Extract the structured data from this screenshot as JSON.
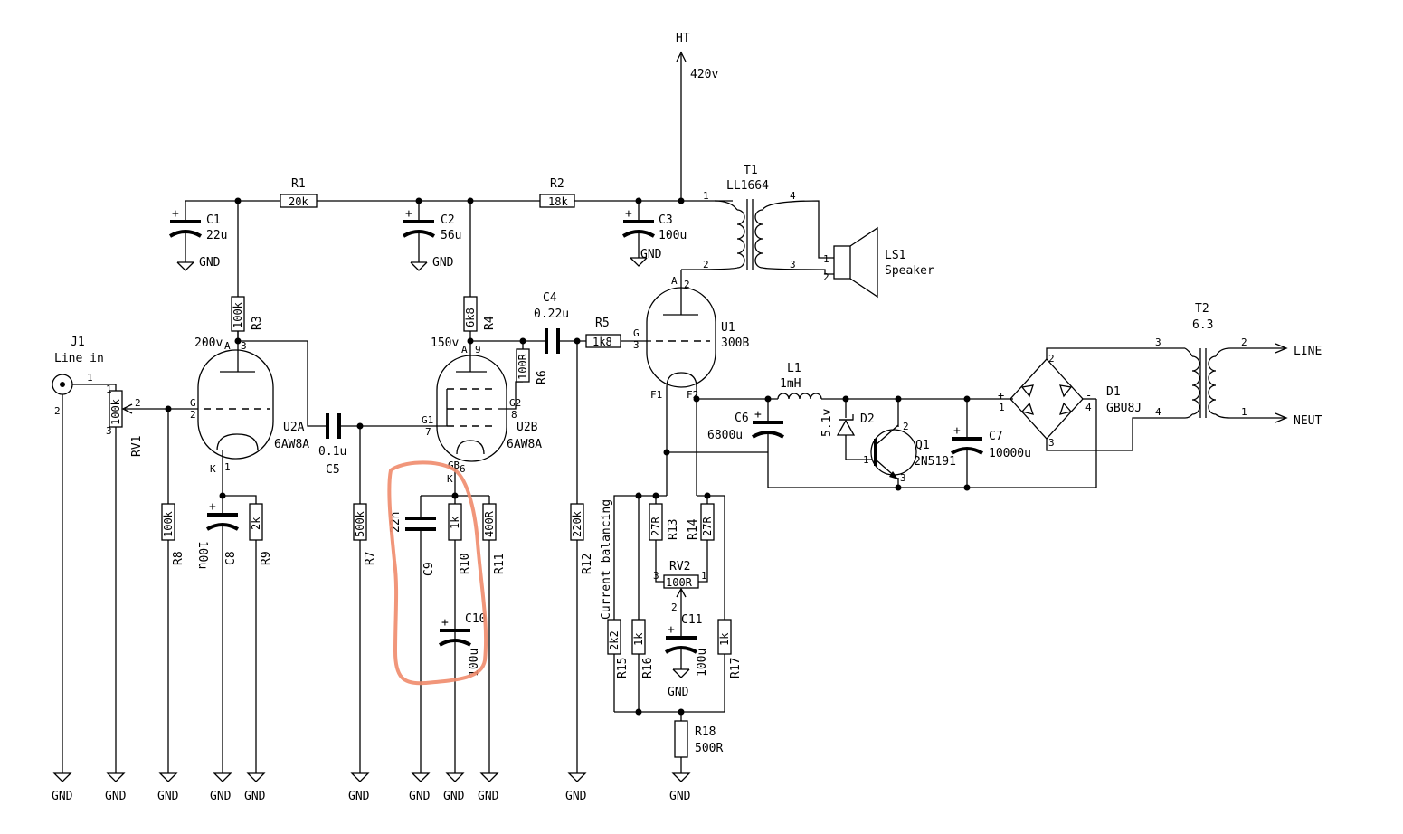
{
  "labels": {
    "ht": "HT",
    "ht_voltage": "420v",
    "j1_ref": "J1",
    "j1_name": "Line in",
    "j1_pin1": "1",
    "j1_pin2": "2",
    "rv1_ref": "RV1",
    "rv1_val": "100k",
    "rv1_pin1": "1",
    "rv1_pin2": "2",
    "rv1_pin3": "3",
    "r1_ref": "R1",
    "r1_val": "20k",
    "r2_ref": "R2",
    "r2_val": "18k",
    "r3_ref": "R3",
    "r3_val": "100k",
    "r4_ref": "R4",
    "r4_val": "6k8",
    "r5_ref": "R5",
    "r5_val": "1k8",
    "r6_ref": "R6",
    "r6_val": "100R",
    "r7_ref": "R7",
    "r7_val": "500k",
    "r8_ref": "R8",
    "r8_val": "100k",
    "r9_ref": "R9",
    "r9_val": "2k",
    "r10_ref": "R10",
    "r10_val": "1k",
    "r11_ref": "R11",
    "r11_val": "400R",
    "r12_ref": "R12",
    "r12_val": "220k",
    "r13_ref": "R13",
    "r13_val": "27R",
    "r14_ref": "R14",
    "r14_val": "27R",
    "r15_ref": "R15",
    "r15_val": "2k2",
    "r16_ref": "R16",
    "r16_val": "1k",
    "r17_ref": "R17",
    "r17_val": "1k",
    "r18_ref": "R18",
    "r18_val": "500R",
    "rv2_ref": "RV2",
    "rv2_val": "100R",
    "rv2_pin1": "1",
    "rv2_pin2": "2",
    "rv2_pin3": "3",
    "c1_ref": "C1",
    "c1_val": "22u",
    "c2_ref": "C2",
    "c2_val": "56u",
    "c3_ref": "C3",
    "c3_val": "100u",
    "c4_ref": "C4",
    "c4_val": "0.22u",
    "c5_ref": "C5",
    "c5_val": "0.1u",
    "c6_ref": "C6",
    "c6_val": "6800u",
    "c7_ref": "C7",
    "c7_val": "10000u",
    "c8_ref": "C8",
    "c8_val": "100u",
    "c9_ref": "C9",
    "c9_val": "22n",
    "c10_ref": "C10",
    "c10_val": "100u",
    "c11_ref": "C11",
    "c11_val": "100u",
    "plus": "+",
    "minus": "-",
    "u2a_ref": "U2A",
    "u2a_val": "6AW8A",
    "u2b_ref": "U2B",
    "u2b_val": "6AW8A",
    "u1_ref": "U1",
    "u1_val": "300B",
    "t1_ref": "T1",
    "t1_val": "LL1664",
    "t2_ref": "T2",
    "t2_val": "6.3",
    "ls1_ref": "LS1",
    "ls1_val": "Speaker",
    "l1_ref": "L1",
    "l1_val": "1mH",
    "d1_ref": "D1",
    "d1_val": "GBU8J",
    "d2_ref": "D2",
    "d2_val": "5.1v",
    "q1_ref": "Q1",
    "q1_val": "2N5191",
    "v200": "200v",
    "v150": "150v",
    "line": "LINE",
    "neut": "NEUT",
    "gnd": "GND",
    "current_balancing": "Current balancing",
    "pin_a": "A",
    "pin_k": "K",
    "pin_g": "G",
    "pin_g1": "G1",
    "pin_g2": "G2",
    "pin_g3": "G3",
    "pin_f1": "F1",
    "pin_f2": "F2",
    "n1": "1",
    "n2": "2",
    "n3": "3",
    "n4": "4",
    "n6": "6",
    "n7": "7",
    "n8": "8",
    "n9": "9"
  }
}
